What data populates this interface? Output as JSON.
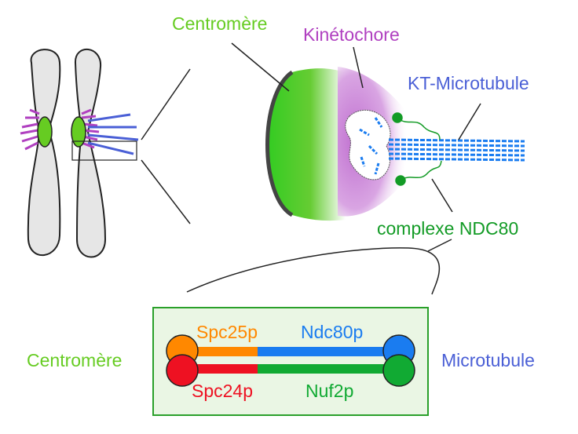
{
  "labels": {
    "centromere_top": "Centromère",
    "kinetochore": "Kinétochore",
    "kt_microtubule": "KT-Microtubule",
    "ndc80_complex": "complexe NDC80",
    "centromere_bottom": "Centromère",
    "microtubule": "Microtubule",
    "spc25": "Spc25p",
    "ndc80": "Ndc80p",
    "spc24": "Spc24p",
    "nuf2": "Nuf2p"
  },
  "colors": {
    "centromere": "#66cc22",
    "kinetochore": "#b040c0",
    "microtubule": "#4a5fd6",
    "ndc80_complex": "#139b26",
    "spc25": "#ff8800",
    "ndc80": "#1a7cf0",
    "spc24": "#ee1122",
    "nuf2": "#11aa33",
    "panel_bg": "#eaf6e4",
    "panel_border": "#2aa02a",
    "chromosome": "#e6e6e6"
  }
}
